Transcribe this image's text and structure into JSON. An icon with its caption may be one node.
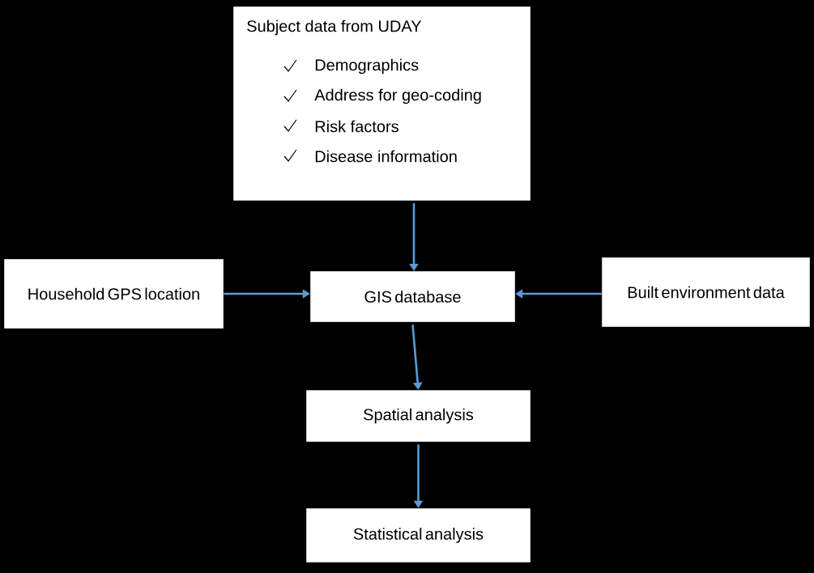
{
  "diagram": {
    "nodes": [
      {
        "text": [
          "Subject data from UDAY",
          "Demographics",
          "Address for geo-coding",
          "Risk factors",
          "Disease information"
        ]
      },
      {
        "text": [
          "Household GPS location"
        ]
      },
      {
        "text": [
          "GIS database"
        ]
      },
      {
        "text": [
          "Built environment data"
        ]
      },
      {
        "text": [
          "Spatial analysis"
        ]
      },
      {
        "text": [
          "Statistical analysis"
        ]
      }
    ],
    "edges": [
      {
        "from": 0,
        "to": 2,
        "arrow": "to"
      },
      {
        "from": 1,
        "to": 2,
        "arrow": "to"
      },
      {
        "from": 3,
        "to": 2,
        "arrow": "to"
      },
      {
        "from": 2,
        "to": 4,
        "arrow": "to"
      },
      {
        "from": 4,
        "to": 5,
        "arrow": "to"
      }
    ]
  }
}
